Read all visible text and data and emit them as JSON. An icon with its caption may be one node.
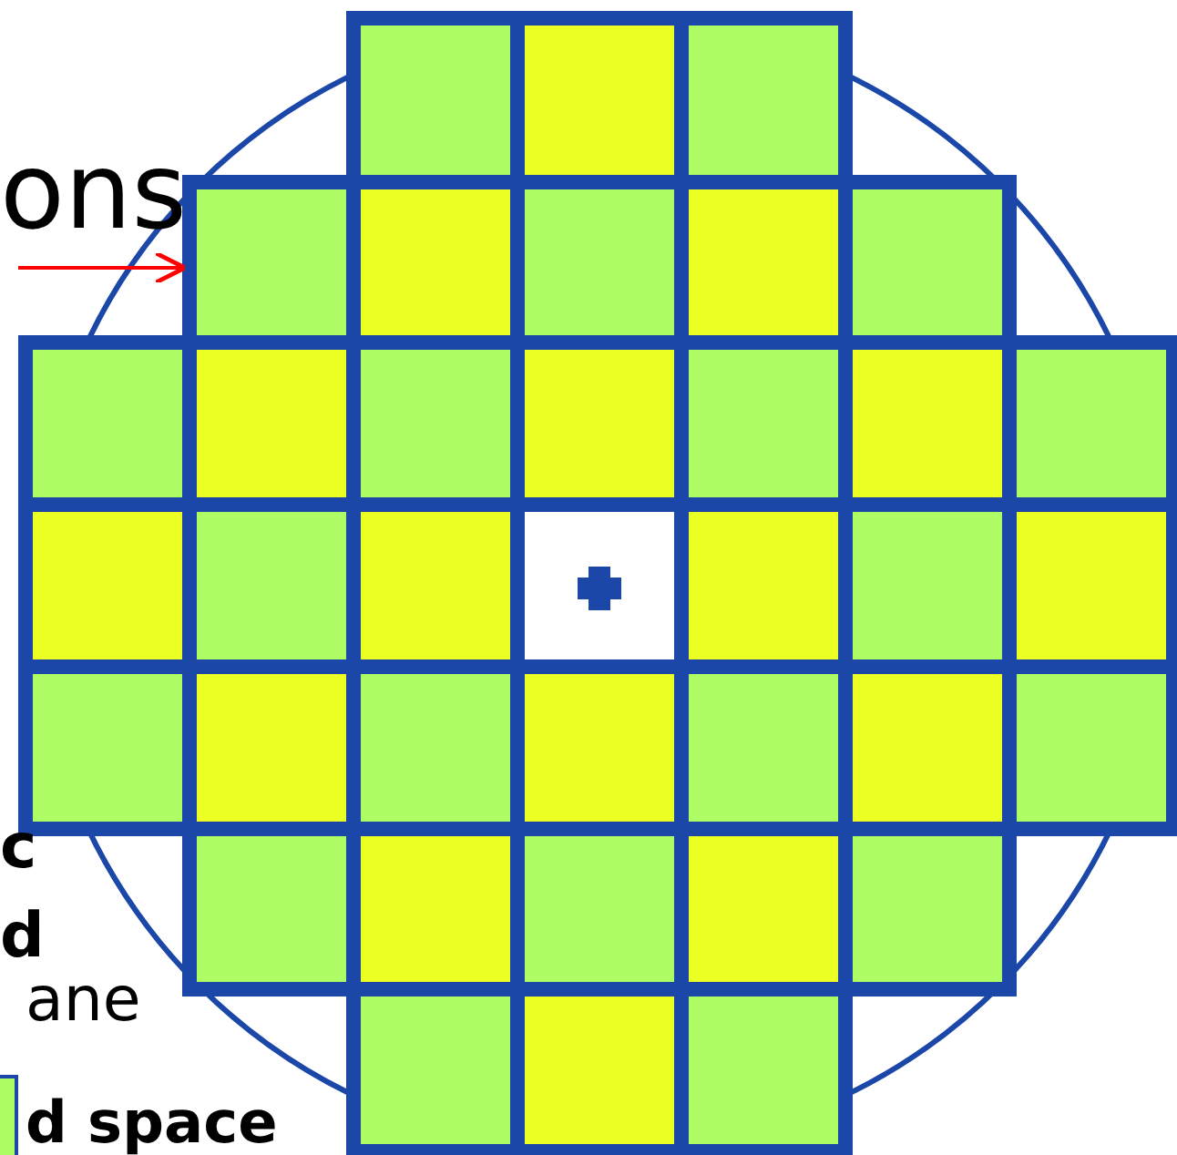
{
  "diagram": {
    "nodes": [
      {
        "text": [],
        "shape": "picture"
      },
      {
        "text": [],
        "shape": "box",
        "in": 0
      }
    ],
    "edges": [
      {
        "from": null,
        "to": 1,
        "arrow": "to",
        "color": "#ff0000"
      }
    ],
    "labels": [
      "ons",
      "c",
      "d",
      "ane"
    ],
    "legend": [
      {
        "text": "d space",
        "color": "#adfc63"
      }
    ]
  }
}
